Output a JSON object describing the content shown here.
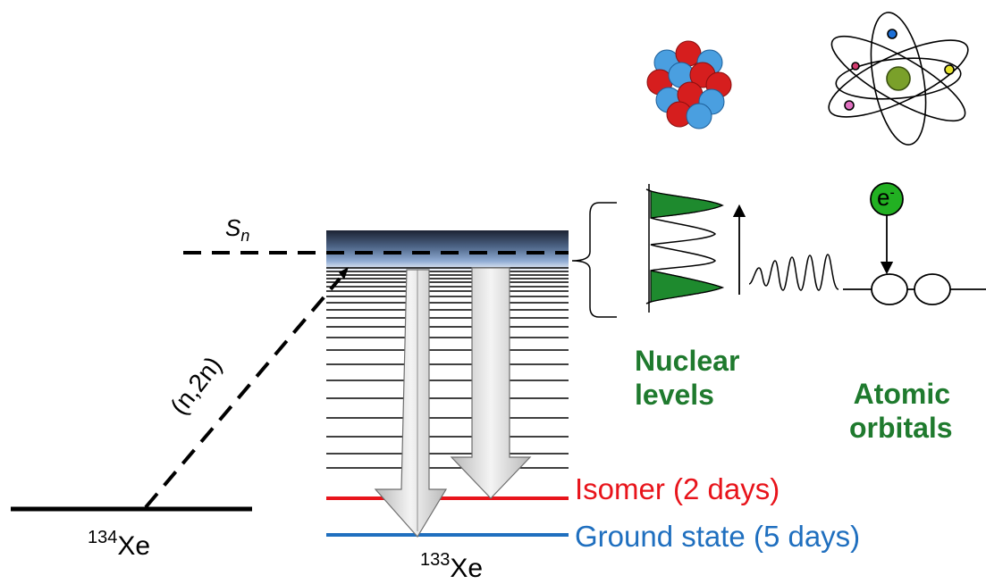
{
  "labels": {
    "sn": "S",
    "sn_sub": "n",
    "reaction": "(n,2n)",
    "xe134_mass": "134",
    "xe134_element": "Xe",
    "xe133_mass": "133",
    "xe133_element": "Xe",
    "isomer": "Isomer (2 days)",
    "ground": "Ground state (5 days)",
    "nuclear_line1": "Nuclear",
    "nuclear_line2": "levels",
    "atomic_line1": "Atomic",
    "atomic_line2": "orbitals",
    "electron": "e",
    "electron_sup": "-"
  },
  "colors": {
    "isomer": "#e8141b",
    "ground": "#1f6fbf",
    "green_text": "#1f7a2e",
    "peak_fill": "#1e8a2e",
    "proton": "#d61e1e",
    "neutron": "#4a9fe0"
  },
  "icons": {
    "nucleus": "nucleus-icon",
    "atom": "atom-icon"
  }
}
